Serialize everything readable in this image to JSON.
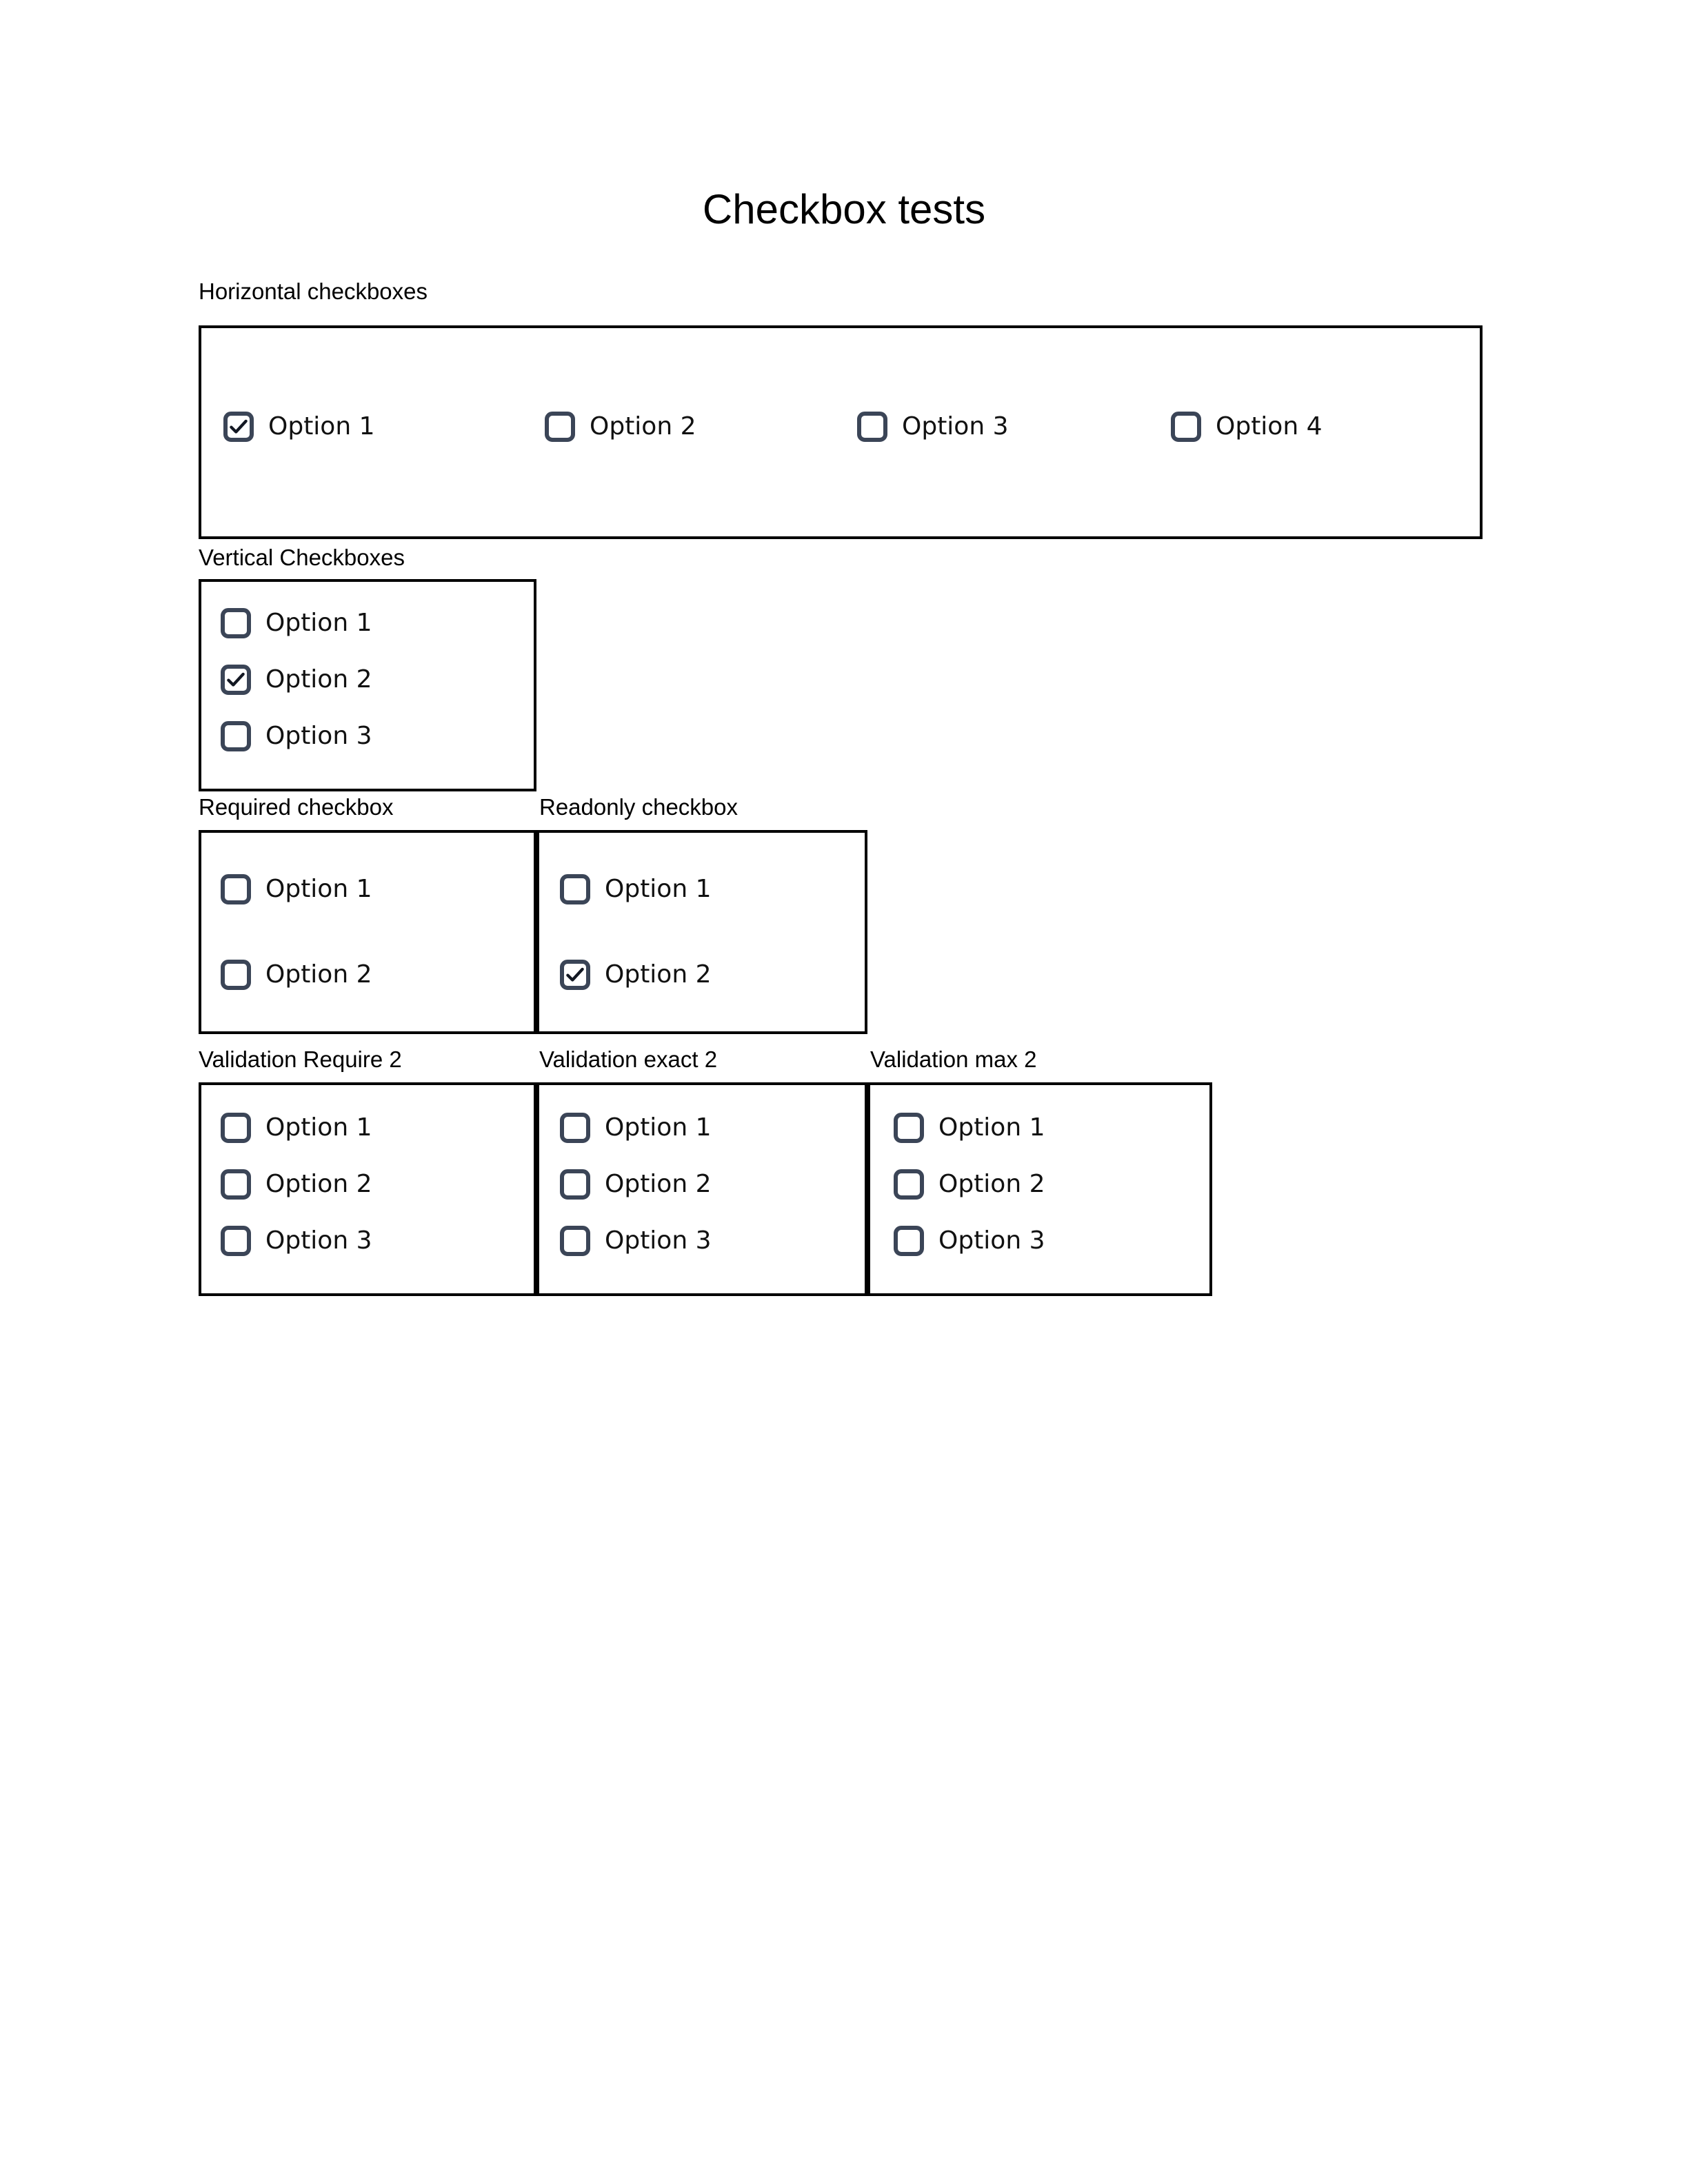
{
  "page": {
    "title": "Checkbox tests",
    "background_color": "#ffffff",
    "text_color": "#000000",
    "checkbox_border_color": "#3b4557",
    "box_border_color": "#000000"
  },
  "groups": [
    {
      "id": "horizontal",
      "label": "Horizontal checkboxes",
      "orientation": "horizontal",
      "options": [
        {
          "label": "Option 1",
          "checked": true
        },
        {
          "label": "Option 2",
          "checked": false
        },
        {
          "label": "Option 3",
          "checked": false
        },
        {
          "label": "Option 4",
          "checked": false
        }
      ]
    },
    {
      "id": "vertical",
      "label": "Vertical Checkboxes",
      "orientation": "vertical",
      "options": [
        {
          "label": "Option 1",
          "checked": false
        },
        {
          "label": "Option 2",
          "checked": true
        },
        {
          "label": "Option 3",
          "checked": false
        }
      ]
    },
    {
      "id": "required",
      "label": "Required checkbox",
      "orientation": "vertical",
      "options": [
        {
          "label": "Option 1",
          "checked": false
        },
        {
          "label": "Option 2",
          "checked": false
        }
      ]
    },
    {
      "id": "readonly",
      "label": "Readonly checkbox",
      "orientation": "vertical",
      "options": [
        {
          "label": "Option 1",
          "checked": false
        },
        {
          "label": "Option 2",
          "checked": true
        }
      ]
    },
    {
      "id": "validation-require-2",
      "label": "Validation Require 2",
      "orientation": "vertical",
      "options": [
        {
          "label": "Option 1",
          "checked": false
        },
        {
          "label": "Option 2",
          "checked": false
        },
        {
          "label": "Option 3",
          "checked": false
        }
      ]
    },
    {
      "id": "validation-exact-2",
      "label": "Validation exact 2",
      "orientation": "vertical",
      "options": [
        {
          "label": "Option 1",
          "checked": false
        },
        {
          "label": "Option 2",
          "checked": false
        },
        {
          "label": "Option 3",
          "checked": false
        }
      ]
    },
    {
      "id": "validation-max-2",
      "label": "Validation max 2",
      "orientation": "vertical",
      "options": [
        {
          "label": "Option 1",
          "checked": false
        },
        {
          "label": "Option 2",
          "checked": false
        },
        {
          "label": "Option 3",
          "checked": false
        }
      ]
    }
  ]
}
